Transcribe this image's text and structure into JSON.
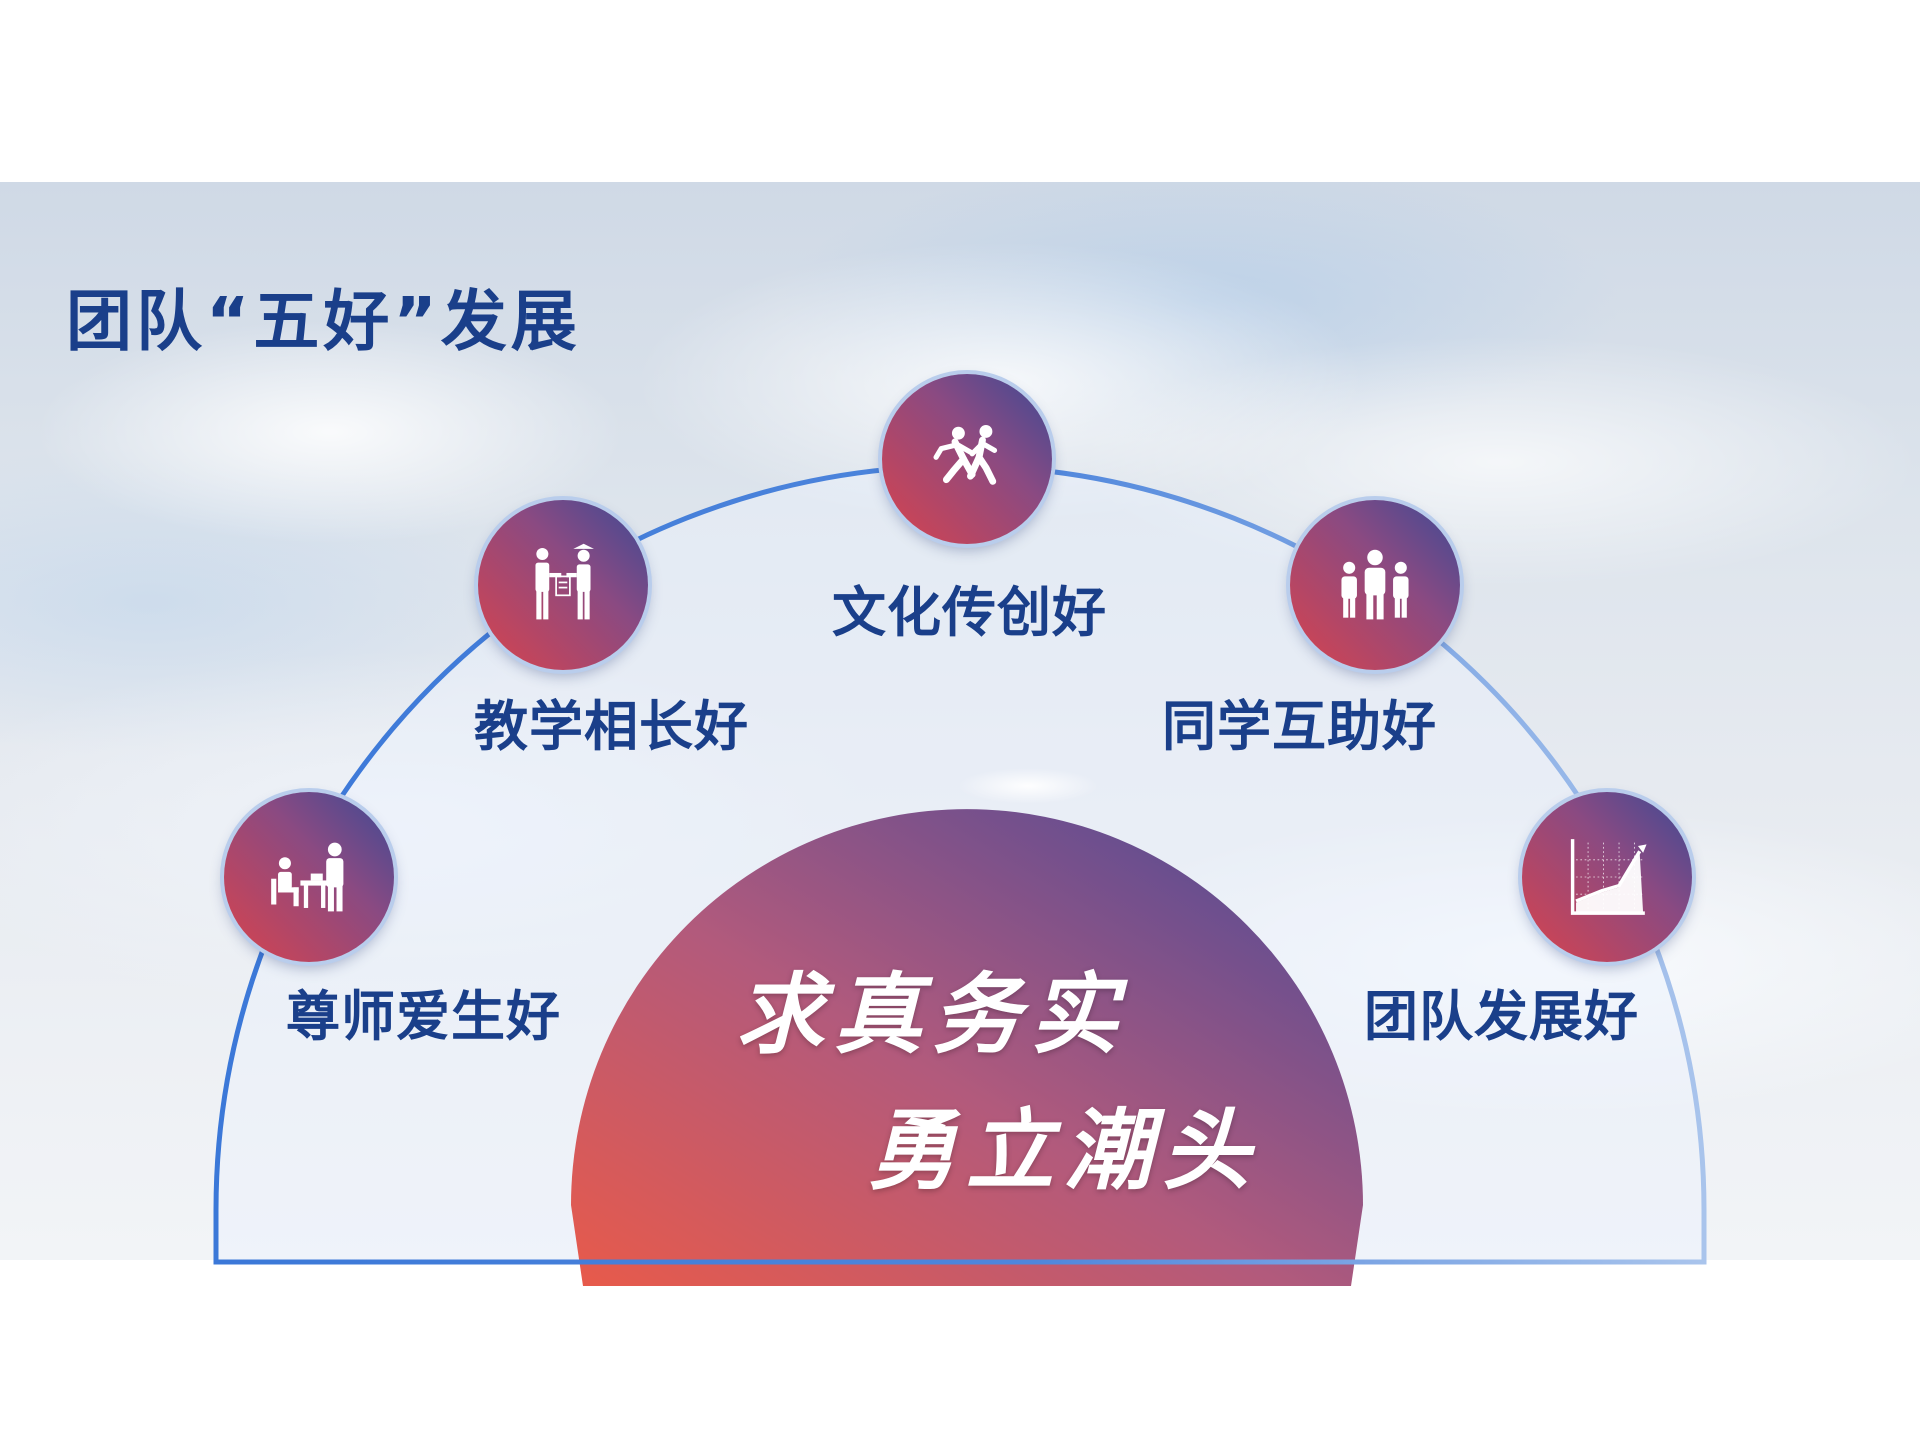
{
  "title": "团队“五好”发展",
  "items": [
    {
      "label": "文化传创好",
      "icon": "running-people-icon"
    },
    {
      "label": "教学相长好",
      "icon": "teacher-student-handover-icon"
    },
    {
      "label": "同学互助好",
      "icon": "group-of-people-icon"
    },
    {
      "label": "尊师爱生好",
      "icon": "teacher-at-desk-icon"
    },
    {
      "label": "团队发展好",
      "icon": "growth-chart-icon"
    }
  ],
  "slogan": {
    "line1": "求真务实",
    "line2": "勇立潮头"
  },
  "colors": {
    "title": "#1a3f8a",
    "arc": "#3b78d8",
    "badge_start": "#d8434d",
    "badge_end": "#3c4a95"
  }
}
